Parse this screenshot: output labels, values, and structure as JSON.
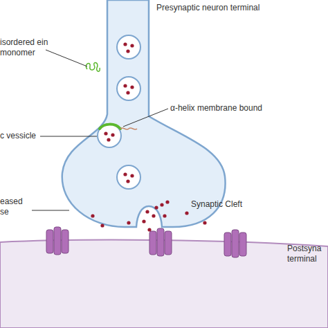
{
  "diagram": {
    "labels": [
      "Presynaptic neuron terminal",
      "isordered ein monomer",
      "α-helix membrane bound",
      "c vessicle",
      "Synaptic Cleft",
      "eased se",
      "Postsyna terminal"
    ]
  }
}
